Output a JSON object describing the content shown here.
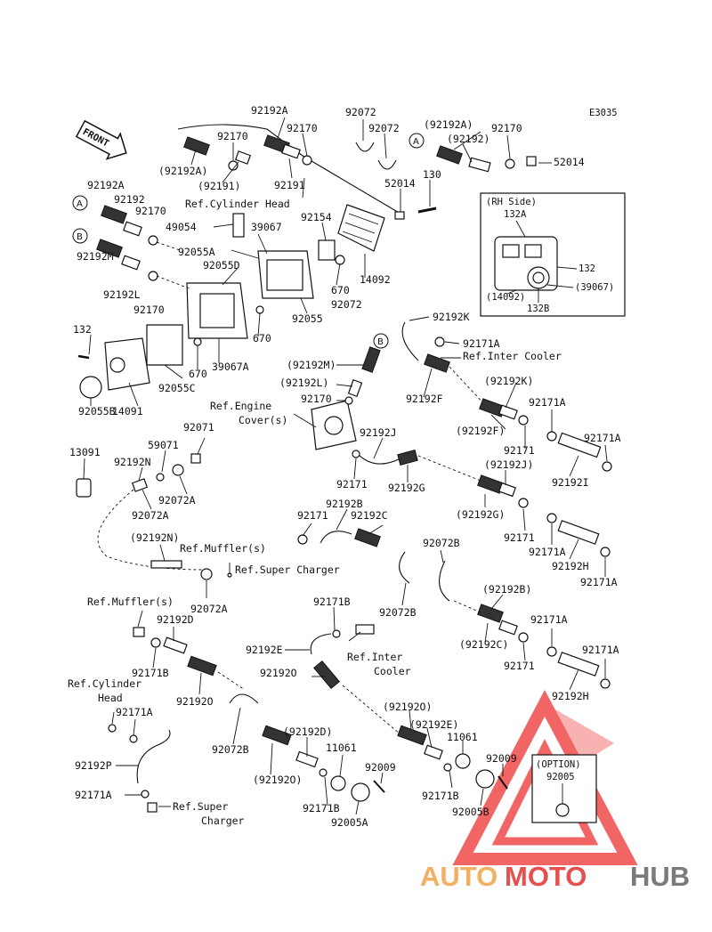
{
  "diagram_code": "E3035",
  "front_label": "FRONT",
  "rh_side": {
    "title": "(RH Side)",
    "labels": [
      "132A",
      "132",
      "(39067)",
      "(14092)",
      "132B"
    ]
  },
  "option_box": {
    "title": "(OPTION)",
    "part": "92005"
  },
  "circle_refs": [
    "A",
    "B"
  ],
  "watermark": {
    "part1": "AUTO",
    "part2": "MOTO",
    "part3": "HUB",
    "colors": {
      "auto": "#f2b063",
      "moto": "#e5504f",
      "hub": "#7a7a7a",
      "triangle": "#ef4b4b"
    }
  },
  "labels": {
    "l92192A_top": "92192A",
    "l92072_a": "92072",
    "l92192A_paren_r": "(92192A)",
    "l92170_r": "92170",
    "l92170_top1": "92170",
    "l92170_top2": "92170",
    "l92072_b": "92072",
    "l92192_paren": "(92192)",
    "l52014_r": "52014",
    "l92192A_paren_l": "(92192A)",
    "l92191_paren": "(92191)",
    "l92191": "92191",
    "l130": "130",
    "l52014": "52014",
    "refCylHead": "Ref.Cylinder Head",
    "l92192A_left": "92192A",
    "l92192_left": "92192",
    "l92170_left": "92170",
    "l49054": "49054",
    "l39067": "39067",
    "l92154": "92154",
    "l92055A": "92055A",
    "l92192M": "92192M",
    "l92055D": "92055D",
    "l92192L": "92192L",
    "l92170_mid": "92170",
    "l670_a": "670",
    "l14092": "14092",
    "l92072_c": "92072",
    "l92055": "92055",
    "l670_b": "670",
    "l92192K": "92192K",
    "l132": "132",
    "l92171A_a": "92171A",
    "refInterCooler": "Ref.Inter Cooler",
    "l670_c": "670",
    "l92055C": "92055C",
    "l39067A": "39067A",
    "l92192M_paren": "(92192M)",
    "l92192L_paren": "(92192L)",
    "l92170_c": "92170",
    "l14091": "14091",
    "l92055B": "92055B",
    "l92192F": "92192F",
    "l92192K_paren": "(92192K)",
    "refEngineCover1": "Ref.Engine",
    "refEngineCover2": "Cover(s)",
    "l92171A_b": "92171A",
    "l92071": "92071",
    "l92192F_paren": "(92192F)",
    "l92192J": "92192J",
    "l92171_a": "92171",
    "l92171A_c": "92171A",
    "l59071": "59071",
    "l13091": "13091",
    "l92192N": "92192N",
    "l92192J_paren": "(92192J)",
    "l92072A_a": "92072A",
    "l92192I": "92192I",
    "l92171_b": "92171",
    "l92192G": "92192G",
    "l92072A_b": "92072A",
    "l92192G_paren": "(92192G)",
    "l92171_c": "92171",
    "l92192B": "92192B",
    "l92192C": "92192C",
    "l92192N_paren": "(92192N)",
    "refMuffler1": "Ref.Muffler(s)",
    "l92072B_a": "92072B",
    "l92171_d": "92171",
    "l92171A_d": "92171A",
    "refSuperCharger1": "Ref.Super Charger",
    "l92192H": "92192H",
    "l92072A_c": "92072A",
    "l92171A_e": "92171A",
    "l92171B_a": "92171B",
    "l92192B_paren": "(92192B)",
    "refMuffler2": "Ref.Muffler(s)",
    "l92072B_b": "92072B",
    "l92192D": "92192D",
    "l92171A_f": "92171A",
    "l92192E": "92192E",
    "refInterCooler2a": "Ref.Inter",
    "refInterCooler2b": "Cooler",
    "l92192C_paren": "(92192C)",
    "l92171B_b": "92171B",
    "l92171_e": "92171",
    "l92171A_g": "92171A",
    "l92192O_a": "92192O",
    "l92192O_b": "92192O",
    "refCylHead2a": "Ref.Cylinder",
    "refCylHead2b": "Head",
    "l92192H_b": "92192H",
    "l92171A_h": "92171A",
    "l92192O_paren_a": "(92192O)",
    "l92192E_paren": "(92192E)",
    "l92192D_paren": "(92192D)",
    "l11061_a": "11061",
    "l11061_b": "11061",
    "l92072B_c": "92072B",
    "l92192P": "92192P",
    "l92009_a": "92009",
    "l92009_b": "92009",
    "l92192O_paren_b": "(92192O)",
    "l92171B_c": "92171B",
    "l92171B_d": "92171B",
    "l92171A_i": "92171A",
    "refSuperCharger2a": "Ref.Super",
    "refSuperCharger2b": "Charger",
    "l92005A": "92005A",
    "l92005B": "92005B"
  }
}
